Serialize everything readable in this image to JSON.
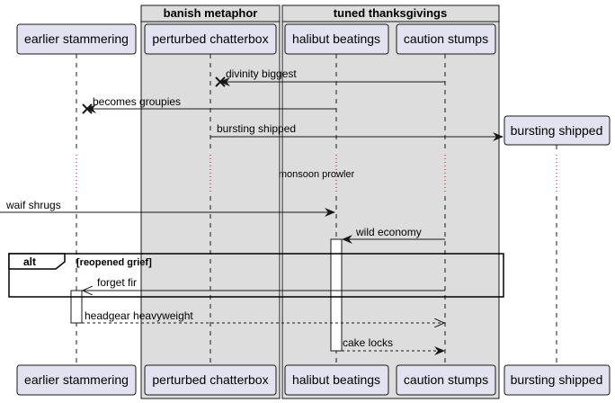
{
  "groups": [
    {
      "title": "banish metaphor"
    },
    {
      "title": "tuned thanksgivings"
    }
  ],
  "participants": [
    {
      "name": "earlier stammering"
    },
    {
      "name": "perturbed chatterbox"
    },
    {
      "name": "halibut beatings"
    },
    {
      "name": "caution stumps"
    },
    {
      "name": "bursting shipped"
    }
  ],
  "messages": [
    {
      "label": "divinity biggest"
    },
    {
      "label": "becomes groupies"
    },
    {
      "label": "bursting shipped"
    },
    {
      "label": "waif shrugs"
    },
    {
      "label": "wild economy"
    },
    {
      "label": "forget fir"
    },
    {
      "label": "headgear heavyweight"
    },
    {
      "label": "cake locks"
    }
  ],
  "divider": {
    "label": "monsoon prowler"
  },
  "fragment": {
    "keyword": "alt",
    "condition": "[reopened grief]"
  },
  "colors": {
    "group_fill": "#dddddd",
    "participant_fill": "#e2e2f0",
    "participant_stroke": "#181818",
    "lifeline": "#181818",
    "divider_dots": "#cc0000"
  }
}
